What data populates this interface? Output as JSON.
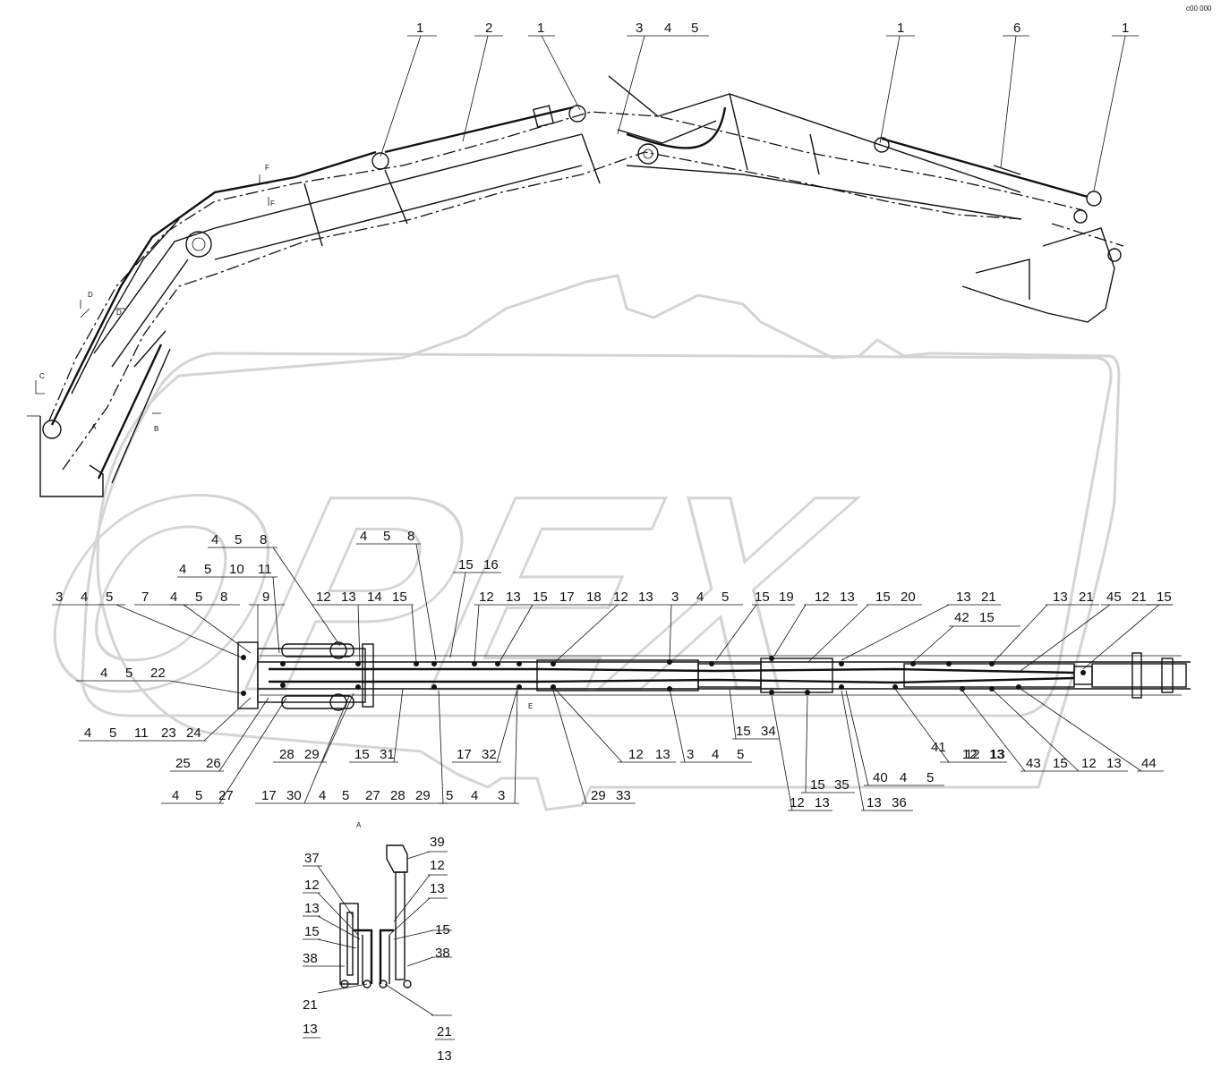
{
  "watermark": {
    "text": "OPEX"
  },
  "corner_mark": "c00 000",
  "section_letters": [
    "F",
    "F",
    "D",
    "D",
    "C",
    "A",
    "B",
    "E",
    "A"
  ],
  "top_callouts": [
    "1",
    "2",
    "1",
    "3",
    "4",
    "5",
    "1",
    "6",
    "1"
  ],
  "main_callouts": [
    "4",
    "5",
    "8",
    "4",
    "5",
    "8",
    "15",
    "16",
    "4",
    "5",
    "10",
    "11",
    "3",
    "4",
    "5",
    "7",
    "4",
    "5",
    "8",
    "9",
    "12",
    "13",
    "14",
    "15",
    "12",
    "13",
    "15",
    "17",
    "18",
    "12",
    "13",
    "3",
    "4",
    "5",
    "15",
    "19",
    "12",
    "13",
    "15",
    "20",
    "13",
    "21",
    "13",
    "21",
    "45",
    "21",
    "15",
    "42",
    "15",
    "4",
    "5",
    "22",
    "4",
    "5",
    "11",
    "23",
    "24",
    "25",
    "26",
    "28",
    "29",
    "15",
    "31",
    "17",
    "32",
    "12",
    "13",
    "3",
    "4",
    "5",
    "15",
    "34",
    "12",
    "13",
    "41",
    "12",
    "13",
    "43",
    "15",
    "12",
    "13",
    "44",
    "4",
    "5",
    "27",
    "17",
    "30",
    "4",
    "5",
    "27",
    "28",
    "29",
    "5",
    "4",
    "3",
    "29",
    "33",
    "15",
    "35",
    "40",
    "4",
    "5",
    "12",
    "13",
    "13",
    "36"
  ],
  "detail_callouts": [
    "37",
    "12",
    "13",
    "15",
    "38",
    "21",
    "13",
    "39",
    "12",
    "13",
    "15",
    "38",
    "21",
    "13"
  ]
}
